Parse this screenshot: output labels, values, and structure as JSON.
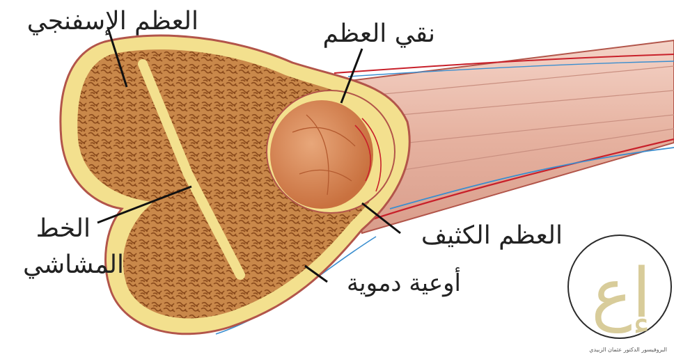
{
  "labels": {
    "cancellous_bone": "العظم الإسفنجي",
    "bone_marrow": "نقي العظم",
    "epiphyseal_line_1": "الخط",
    "epiphyseal_line_2": "المشاشي",
    "compact_bone": "العظم الكثيف",
    "blood_vessels": "أوعية دموية"
  },
  "colors": {
    "spongy_fill": "#c9884a",
    "spongy_pattern": "#8a4a1c",
    "cortex": "#f3e08e",
    "marrow": "#d98b5a",
    "shaft": "#e8b9a8",
    "artery": "#c8202a",
    "vein": "#3a8ecf",
    "outline": "#b2554a",
    "leader": "#111111"
  },
  "logo": {
    "glyph": "إع",
    "caption": "البروفيسور الدكتور عثمان الزبيدي"
  }
}
